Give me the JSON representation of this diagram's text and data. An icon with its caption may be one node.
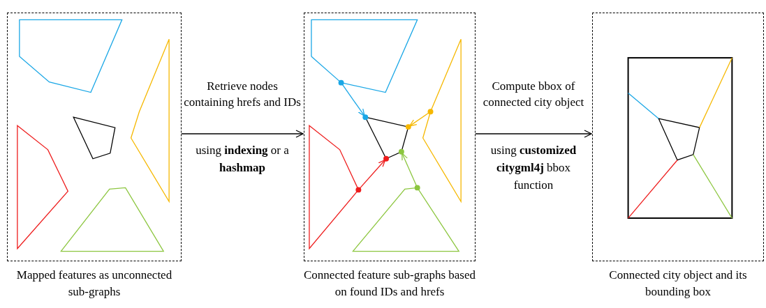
{
  "diagram": {
    "nodes": [
      {
        "text": [
          "Mapped features as unconnected sub-graphs"
        ]
      },
      {
        "text": [
          "Connected feature sub-graphs based on found IDs and hrefs"
        ]
      },
      {
        "text": [
          "Connected city object and its bounding box"
        ]
      }
    ],
    "edges": [
      {
        "from": 0,
        "to": 1,
        "arrow": "to",
        "label": "Retrieve nodes containing hrefs and IDs"
      },
      {
        "from": 1,
        "to": 2,
        "arrow": "to",
        "label": "Compute bbox of connected city object"
      }
    ],
    "labels": [
      "using **indexing** or a **hashmap**",
      "using **customized citygml4j** bbox function"
    ]
  }
}
